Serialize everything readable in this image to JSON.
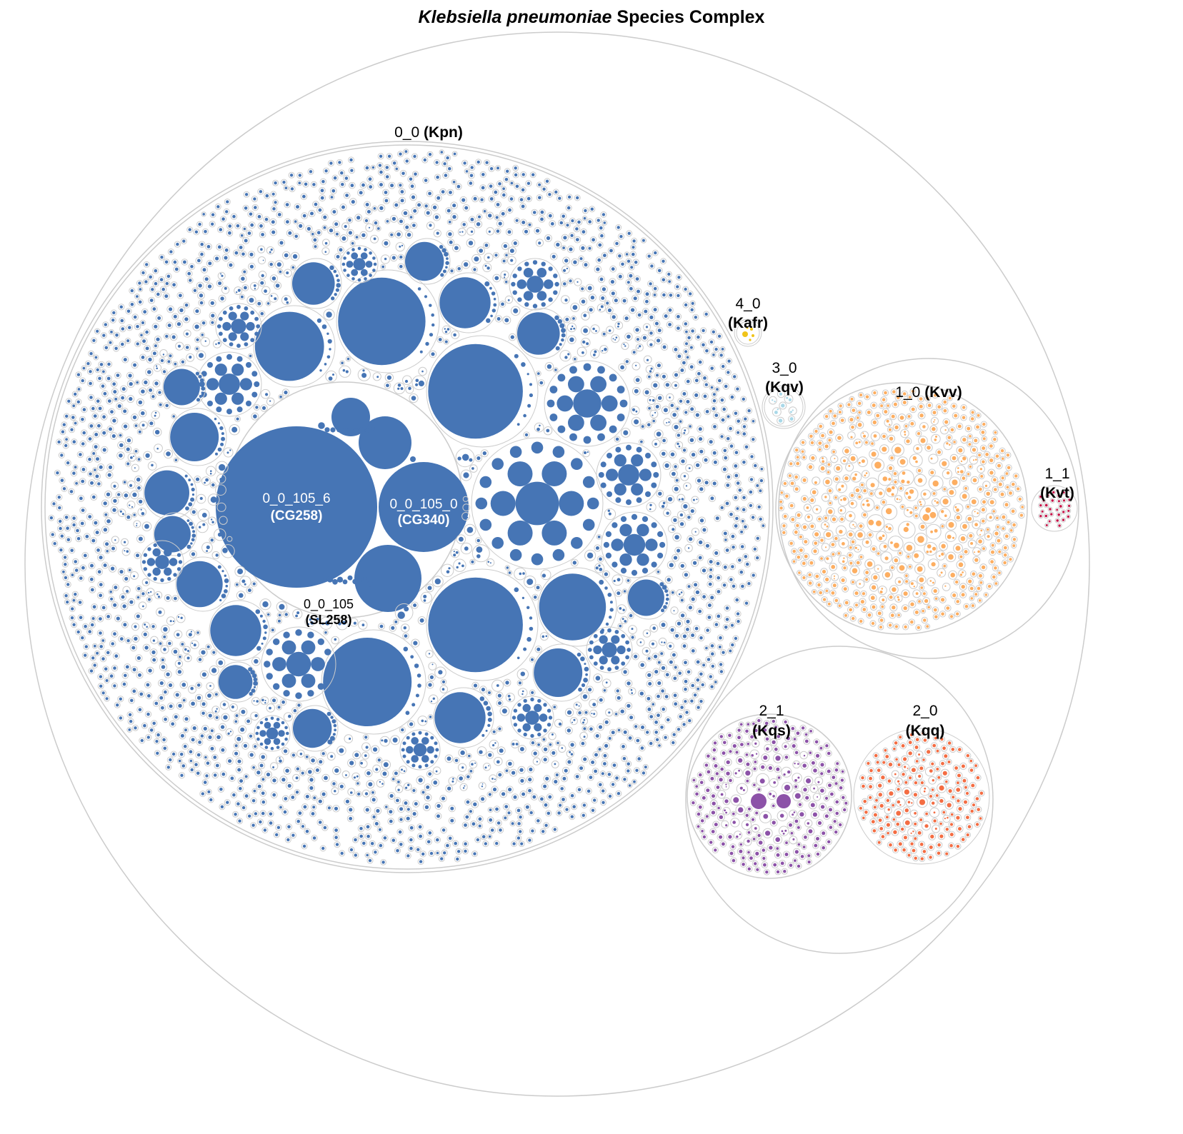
{
  "title": {
    "italic": "Klebsiella pneumoniae",
    "rest": " Species Complex"
  },
  "colors": {
    "kpn": "#4675b5",
    "kvv": "#fdae61",
    "kvt": "#c6174a",
    "kqs": "#8c52a8",
    "kqq": "#f46d43",
    "kqv": "#a9d8e8",
    "kafr": "#f0c419",
    "stroke": "#cccccc"
  },
  "groups": {
    "kpn": {
      "id": "0_0",
      "name": "(Kpn)"
    },
    "kvv": {
      "id": "1_0",
      "name": "(Kvv)"
    },
    "kvt": {
      "id": "1_1",
      "name": "(Kvt)"
    },
    "kqs": {
      "id": "2_1",
      "name": "(Kqs)"
    },
    "kqq": {
      "id": "2_0",
      "name": "(Kqq)"
    },
    "kqv": {
      "id": "3_0",
      "name": "(Kqv)"
    },
    "kafr": {
      "id": "4_0",
      "name": "(Kafr)"
    }
  },
  "sublineages": {
    "sl258": {
      "id": "0_0_105",
      "name": "(SL258)"
    },
    "cg258": {
      "id": "0_0_105_6",
      "name": "(CG258)"
    },
    "cg340": {
      "id": "0_0_105_0",
      "name": "(CG340)"
    }
  }
}
